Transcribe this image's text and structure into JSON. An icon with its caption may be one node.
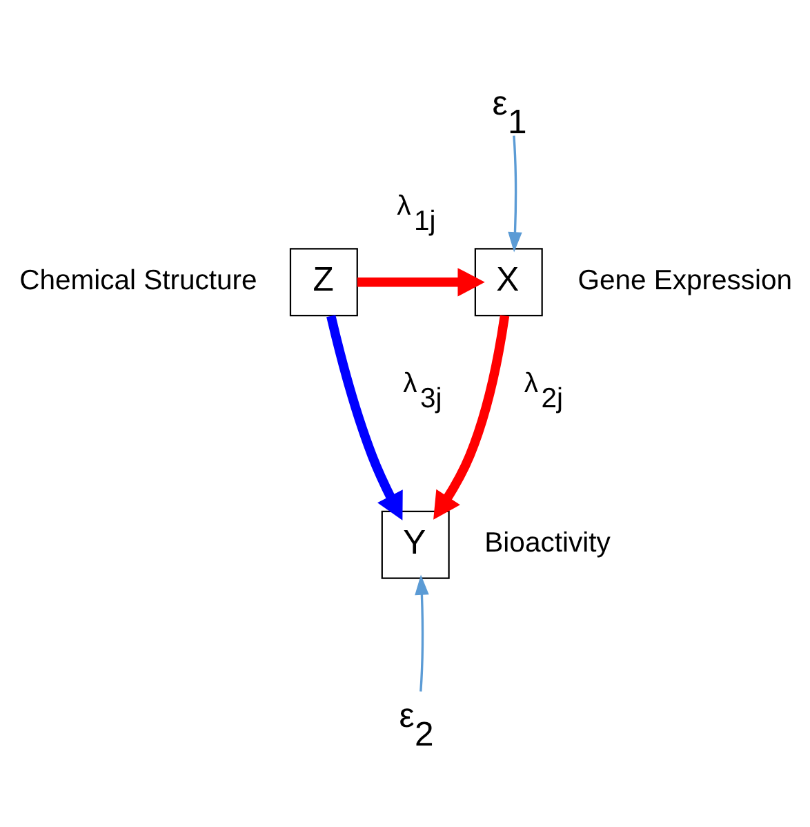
{
  "diagram": {
    "nodes": [
      {
        "text": [
          "Z"
        ],
        "beside": [
          "Chemical Structure"
        ]
      },
      {
        "text": [
          "ε$_{1}$"
        ]
      },
      {
        "text": [
          "X"
        ],
        "beside": [
          "Gene Expression"
        ]
      },
      {
        "text": [
          "Y"
        ],
        "beside": [
          "Bioactivity"
        ]
      },
      {
        "text": [
          "ε$_{2}$"
        ]
      }
    ],
    "edges": [
      {
        "from": 0,
        "to": 2,
        "arrow": "to",
        "label": "λ$_{1j}$",
        "color": "#ff0000"
      },
      {
        "from": 2,
        "to": 3,
        "arrow": "to",
        "label": "λ$_{2j}$",
        "color": "#ff0000"
      },
      {
        "from": 0,
        "to": 3,
        "arrow": "to",
        "label": "λ$_{3j}$",
        "color": "#0000ff"
      },
      {
        "from": 1,
        "to": 2,
        "arrow": "to",
        "color": "#5b9bd5"
      },
      {
        "from": 4,
        "to": 3,
        "arrow": "to",
        "color": "#5b9bd5"
      }
    ]
  }
}
